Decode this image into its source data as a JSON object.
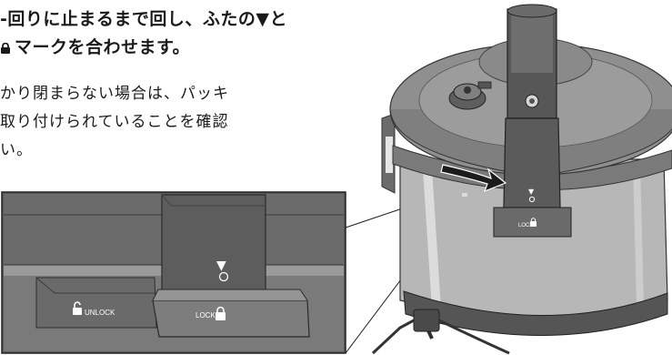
{
  "instructions": {
    "heading_line_1": "‑回りに止まるまで回し、ふたの▼と",
    "heading_line_2": "マークを合わせます。",
    "note_line_1": "かり閉まらない場合は、パッキ",
    "note_line_2": "取り付けられていることを確認",
    "note_line_3": "い。"
  },
  "illustration": {
    "inset_unlock_label": "UNLOCK",
    "inset_lock_label": "LOCK",
    "inset_alignment_mark": "▼",
    "cooker_alignment_mark": "▼",
    "cooker_lock_label": "LOCK"
  },
  "colors": {
    "lid_gray": "#8e8e8e",
    "body_steel": "#b9b9b9",
    "dark_handle": "#5f5f5f",
    "inset_dark": "#4a4a4a"
  }
}
